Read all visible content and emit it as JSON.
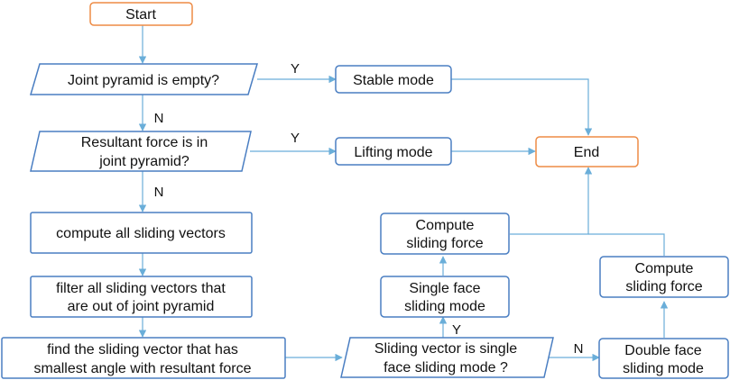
{
  "nodes": {
    "start": "Start",
    "joint_empty": "Joint pyramid is empty?",
    "stable_mode": "Stable mode",
    "resultant_line1": "Resultant force is in",
    "resultant_line2": "joint pyramid?",
    "lifting_mode": "Lifting mode",
    "end": "End",
    "compute_vectors": "compute all sliding vectors",
    "filter_line1": "filter all sliding vectors that",
    "filter_line2": "are out of joint pyramid",
    "find_line1": "find the sliding vector that has",
    "find_line2": "smallest angle with resultant force",
    "sliding_question_line1": "Sliding vector is single",
    "sliding_question_line2": "face sliding mode ?",
    "single_face_line1": "Single face",
    "single_face_line2": "sliding mode",
    "compute_force_single_line1": "Compute",
    "compute_force_single_line2": "sliding force",
    "double_face_line1": "Double face",
    "double_face_line2": "sliding mode",
    "compute_force_double_line1": "Compute",
    "compute_force_double_line2": "sliding force"
  },
  "edge_labels": {
    "empty_yes": "Y",
    "empty_no": "N",
    "resultant_yes": "Y",
    "resultant_no": "N",
    "single_yes": "Y",
    "single_no": "N"
  },
  "colors": {
    "process_border": "#4a7ec2",
    "terminal_border": "#ed8b45",
    "connector": "#6aaed9",
    "text": "#111111"
  }
}
